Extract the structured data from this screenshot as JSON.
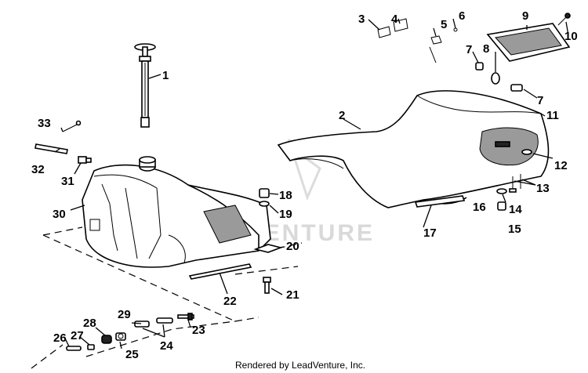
{
  "diagram": {
    "callouts": [
      {
        "id": "c1",
        "text": "1"
      },
      {
        "id": "c2",
        "text": "2"
      },
      {
        "id": "c3",
        "text": "3"
      },
      {
        "id": "c4",
        "text": "4"
      },
      {
        "id": "c5",
        "text": "5"
      },
      {
        "id": "c6",
        "text": "6"
      },
      {
        "id": "c7a",
        "text": "7"
      },
      {
        "id": "c7b",
        "text": "7"
      },
      {
        "id": "c8",
        "text": "8"
      },
      {
        "id": "c9",
        "text": "9"
      },
      {
        "id": "c10",
        "text": "10"
      },
      {
        "id": "c11",
        "text": "11"
      },
      {
        "id": "c12",
        "text": "12"
      },
      {
        "id": "c13",
        "text": "13"
      },
      {
        "id": "c14",
        "text": "14"
      },
      {
        "id": "c15",
        "text": "15"
      },
      {
        "id": "c16",
        "text": "16"
      },
      {
        "id": "c17",
        "text": "17"
      },
      {
        "id": "c18",
        "text": "18"
      },
      {
        "id": "c19",
        "text": "19"
      },
      {
        "id": "c20",
        "text": "20"
      },
      {
        "id": "c21",
        "text": "21"
      },
      {
        "id": "c22",
        "text": "22"
      },
      {
        "id": "c23",
        "text": "23"
      },
      {
        "id": "c24",
        "text": "24"
      },
      {
        "id": "c25",
        "text": "25"
      },
      {
        "id": "c26",
        "text": "26"
      },
      {
        "id": "c27",
        "text": "27"
      },
      {
        "id": "c28",
        "text": "28"
      },
      {
        "id": "c29",
        "text": "29"
      },
      {
        "id": "c30",
        "text": "30"
      },
      {
        "id": "c31",
        "text": "31"
      },
      {
        "id": "c32",
        "text": "32"
      },
      {
        "id": "c33",
        "text": "33"
      }
    ],
    "watermark": "LEADVENTURE",
    "credit": "Rendered by LeadVenture, Inc."
  }
}
